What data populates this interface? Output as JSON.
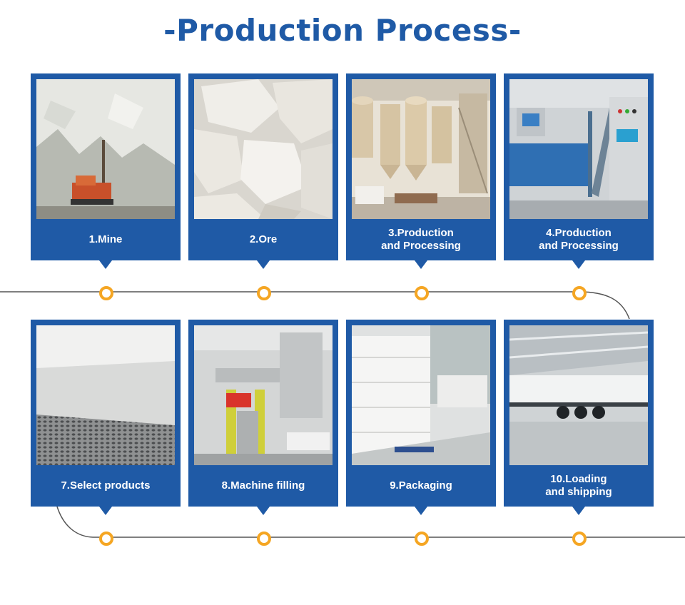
{
  "title": "-Production Process-",
  "colors": {
    "card": "#1f5aa6",
    "dot": "#f5a623",
    "line": "#555555",
    "title": "#1f5aa6"
  },
  "steps": [
    {
      "label": "1.Mine",
      "photo": "mining-drill-quarry"
    },
    {
      "label": "2.Ore",
      "photo": "white-ore-rocks"
    },
    {
      "label": "3.Production\nand Processing",
      "photo": "silo-factory"
    },
    {
      "label": "4.Production\nand Processing",
      "photo": "control-panel-machinery"
    },
    {
      "label": "7.Select products",
      "photo": "mesh-screen-powder"
    },
    {
      "label": "8.Machine filling",
      "photo": "filling-machine"
    },
    {
      "label": "9.Packaging",
      "photo": "stacked-bags-warehouse"
    },
    {
      "label": "10.Loading\nand shipping",
      "photo": "truck-loading-warehouse"
    }
  ]
}
